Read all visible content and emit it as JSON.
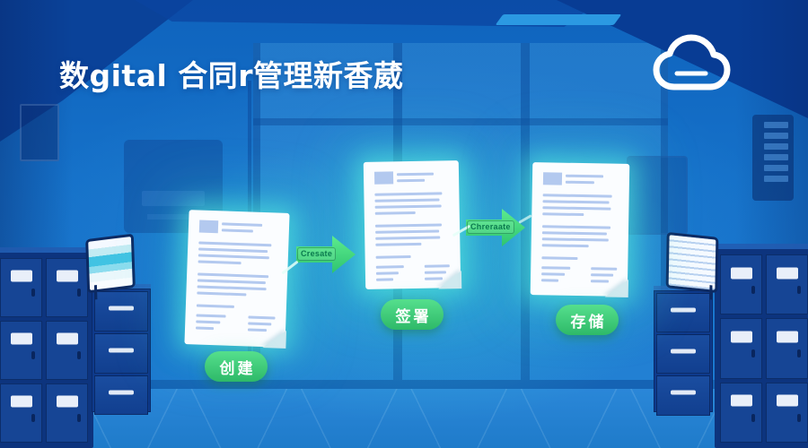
{
  "title": "数gital 合同r管理新香葳",
  "brand": {
    "cloud_icon": "cloud-with-dash"
  },
  "workflow": {
    "steps": [
      {
        "id": "create",
        "label": "创建"
      },
      {
        "id": "sign",
        "label": "签署"
      },
      {
        "id": "store",
        "label": "存储"
      }
    ],
    "arrows": [
      {
        "label": "Cresate"
      },
      {
        "label": "Chreraate"
      }
    ]
  },
  "colors": {
    "wall_blue": "#1571c9",
    "ceiling_navy": "#0a3f96",
    "floor_blue": "#2a87d8",
    "accent_green": "#2eb968",
    "glow_cyan": "#3deccd",
    "cabinet_navy": "#11408f",
    "doc_line_blue": "#b3c9ef",
    "title_white": "#ffffff"
  }
}
